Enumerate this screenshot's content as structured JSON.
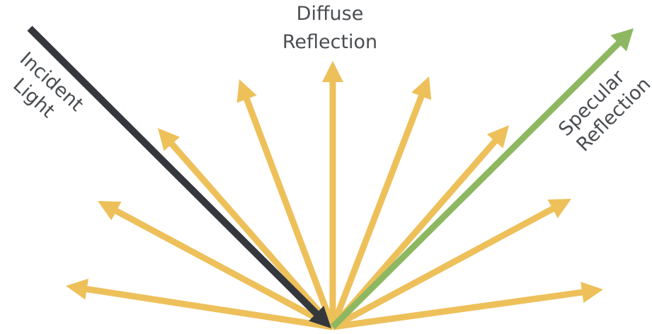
{
  "labels": {
    "diffuse_line1": "Diffuse",
    "diffuse_line2": "Reflection",
    "incident_line1": "Incident",
    "incident_line2": "Light",
    "specular_line1": "Specular",
    "specular_line2": "Reflection"
  },
  "colors": {
    "diffuse_arrow": "#edc05a",
    "incident_arrow": "#34383c",
    "specular_arrow": "#8db861",
    "label_dark": "#4a4d51",
    "label_green": "#4a4d51",
    "background": "#ffffff"
  }
}
